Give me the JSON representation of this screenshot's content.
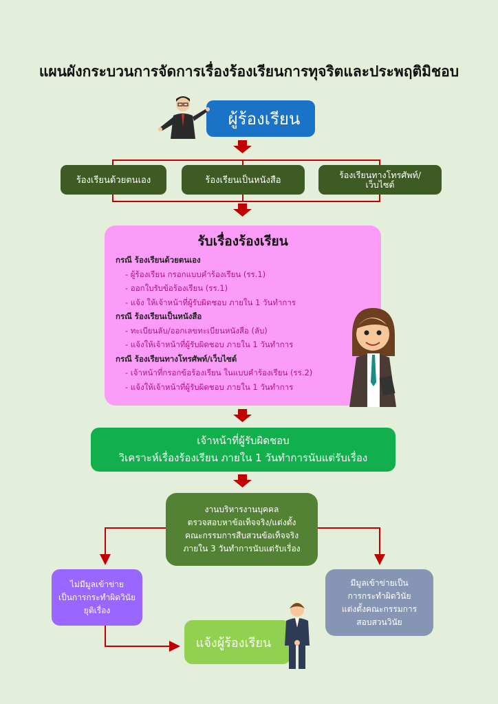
{
  "title": "แผนผังกระบวนการจัดการเรื่องร้องเรียนการทุจริตและประพฤติมิชอบ",
  "complainant": "ผู้ร้องเรียน",
  "channels": [
    "ร้องเรียนด้วยตนเอง",
    "ร้องเรียนเป็นหนังสือ",
    "ร้องเรียนทางโทรศัพท์/เว็บไซต์"
  ],
  "receive": {
    "heading": "รับเรื่องร้องเรียน",
    "cases": [
      {
        "title": "กรณี ร้องเรียนด้วยตนเอง",
        "steps": [
          "- ผู้ร้องเรียน กรอกแบบคำร้องเรียน (รร.1)",
          "- ออกใบรับข้อร้องเรียน (รร.1)",
          "- แจ้ง ให้เจ้าหน้าที่ผู้รับผิดชอบ ภายใน 1 วันทำการ"
        ]
      },
      {
        "title": "กรณี ร้องเรียนเป็นหนังสือ",
        "steps": [
          "- ทะเบียนลับ/ออกเลขทะเบียนหนังสือ (ลับ)",
          "- แจ้งให้เจ้าหน้าที่ผู้รับผิดชอบ ภายใน 1 วันทำการ"
        ]
      },
      {
        "title": "กรณี ร้องเรียนทางโทรศัพท์/เว็บไซต์",
        "steps": [
          "- เจ้าหน้าที่กรอกข้อร้องเรียน ในแบบคำร้องเรียน (รร.2)",
          "- แจ้งให้เจ้าหน้าที่ผู้รับผิดชอบ ภายใน 1 วันทำการ"
        ]
      }
    ]
  },
  "officer": [
    "เจ้าหน้าที่ผู้รับผิดชอบ",
    "วิเคราะห์เรื่องร้องเรียน ภายใน 1 วันทำการนับแต่รับเรื่อง"
  ],
  "hr": [
    "งานบริหารงานบุคคล",
    "ตรวจสอบหาข้อเท็จจริง/แต่งตั้ง",
    "คณะกรรมการสืบสวนข้อเท็จจริง",
    "ภายใน 3 วันทำการนับแต่รับเรื่อง"
  ],
  "no_basis": [
    "ไม่มีมูลเข้าข่าย",
    "เป็นการกระทำผิดวินัย",
    "ยุติเรื่อง"
  ],
  "has_basis": [
    "มีมูลเข้าข่ายเป็น",
    "การกระทำผิดวินัย",
    "แต่งตั้งคณะกรรมการ",
    "สอบสวนวินัย"
  ],
  "notify": "แจ้งผู้ร้องเรียน",
  "colors": {
    "bg": "#e3eedb",
    "blue": "#1a73c6",
    "dark_green": "#3d5b22",
    "pink": "#fa9cf8",
    "green": "#12b04c",
    "mid_green": "#548235",
    "purple": "#9966ff",
    "slate": "#8595b3",
    "light_green": "#92d050",
    "arrow": "#c00000"
  }
}
